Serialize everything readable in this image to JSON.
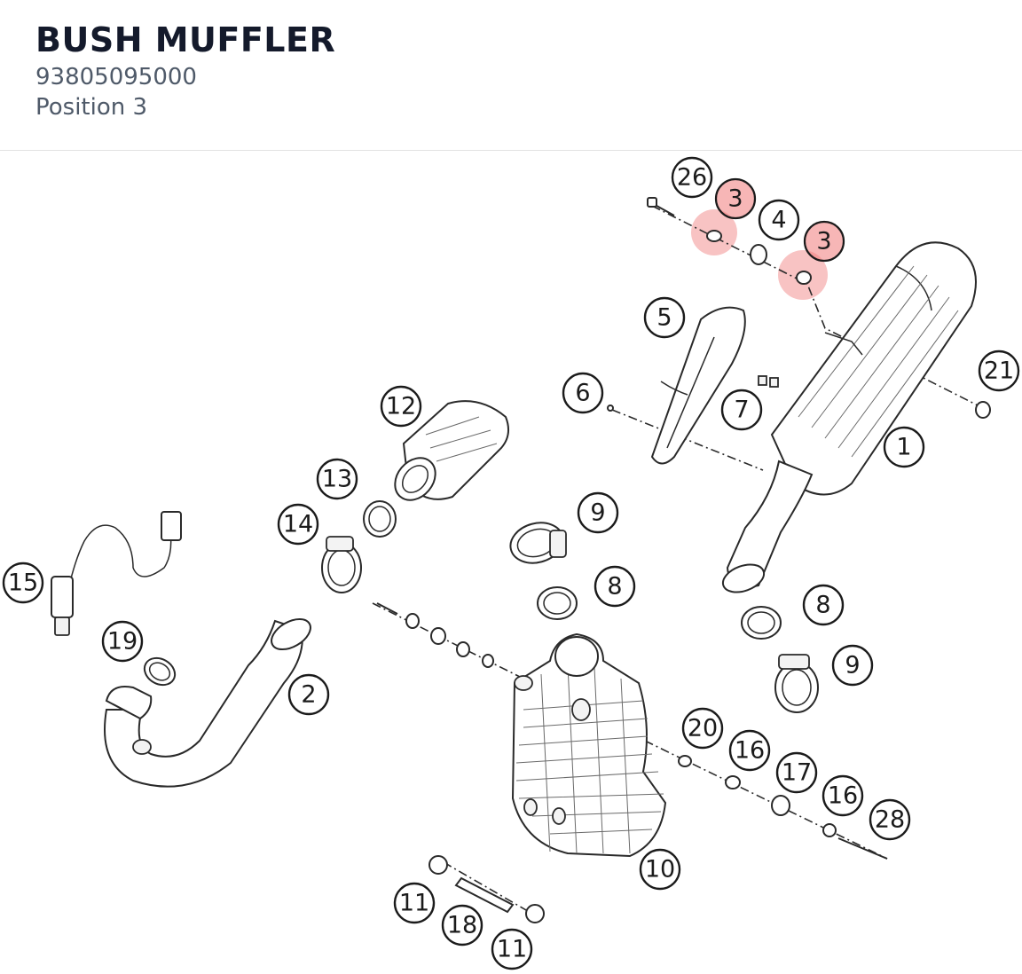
{
  "header": {
    "title": "BUSH MUFFLER",
    "part_number": "93805095000",
    "position": "Position 3"
  },
  "diagram": {
    "highlight_color": "#f07a7a",
    "highlighted_callout": "3",
    "callouts": [
      {
        "label": "26"
      },
      {
        "label": "3",
        "highlight": true
      },
      {
        "label": "4"
      },
      {
        "label": "3",
        "highlight": true
      },
      {
        "label": "5"
      },
      {
        "label": "21"
      },
      {
        "label": "6"
      },
      {
        "label": "7"
      },
      {
        "label": "12"
      },
      {
        "label": "1"
      },
      {
        "label": "13"
      },
      {
        "label": "9"
      },
      {
        "label": "14"
      },
      {
        "label": "15"
      },
      {
        "label": "8"
      },
      {
        "label": "8"
      },
      {
        "label": "19"
      },
      {
        "label": "9"
      },
      {
        "label": "2"
      },
      {
        "label": "20"
      },
      {
        "label": "16"
      },
      {
        "label": "17"
      },
      {
        "label": "16"
      },
      {
        "label": "28"
      },
      {
        "label": "10"
      },
      {
        "label": "11"
      },
      {
        "label": "18"
      },
      {
        "label": "11"
      }
    ]
  }
}
